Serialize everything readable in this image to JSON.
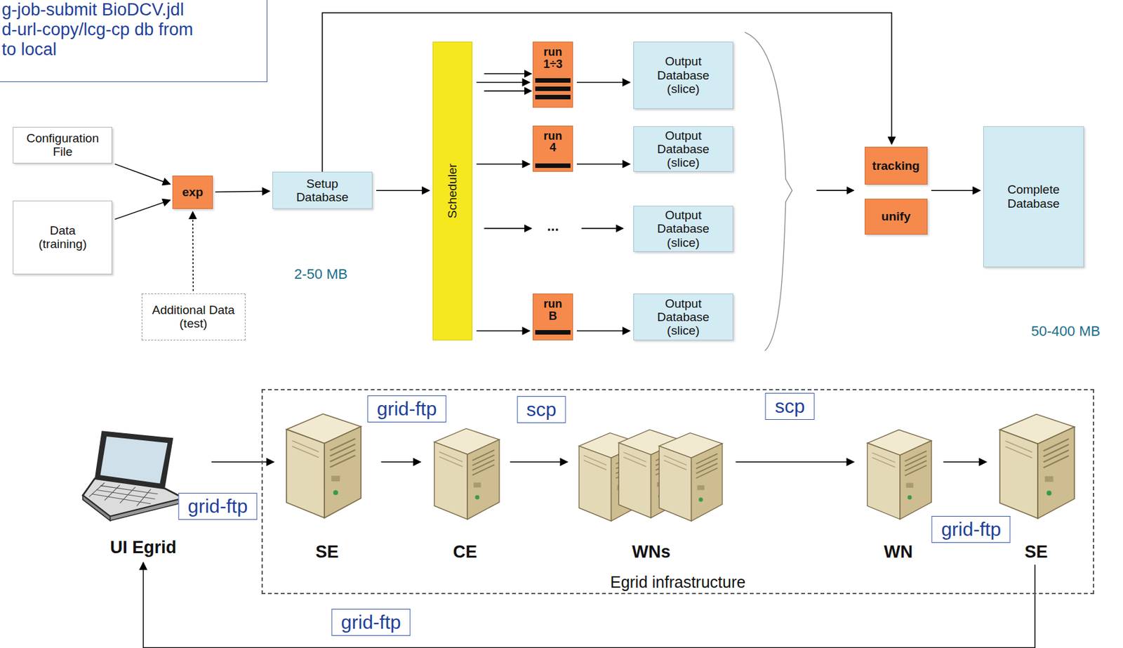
{
  "diagram": {
    "nodes": [
      {
        "text": [
          "g-job-submit BioDCV.jdl",
          "d-url-copy/lcg-cp db from to local"
        ]
      },
      {
        "text": [
          "Configuration File"
        ]
      },
      {
        "text": [
          "Data (training)"
        ]
      },
      {
        "text": [
          "exp"
        ]
      },
      {
        "text": [
          "Additional Data (test)"
        ]
      },
      {
        "text": [
          "Setup Database"
        ]
      },
      {
        "text": [
          "Scheduler"
        ]
      },
      {
        "text": [
          "run 1÷3"
        ]
      },
      {
        "text": [
          "run 4"
        ]
      },
      {
        "text": [
          "run B"
        ]
      },
      {
        "text": [
          "Output Database (slice)"
        ]
      },
      {
        "text": [
          "Output Database (slice)"
        ]
      },
      {
        "text": [
          "Output Database (slice)"
        ]
      },
      {
        "text": [
          "Output Database (slice)"
        ]
      },
      {
        "text": [
          "tracking"
        ]
      },
      {
        "text": [
          "unify"
        ]
      },
      {
        "text": [
          "Complete Database"
        ]
      },
      {
        "text": [
          "UI Egrid"
        ]
      },
      {
        "text": [
          "Egrid infrastructure"
        ]
      },
      {
        "text": [
          "SE"
        ],
        "in": 18
      },
      {
        "text": [
          "CE"
        ],
        "in": 18
      },
      {
        "text": [
          "WNs"
        ],
        "in": 18
      },
      {
        "text": [
          "WN"
        ],
        "in": 18
      },
      {
        "text": [
          "SE"
        ],
        "in": 18
      }
    ],
    "edges": [
      {
        "from": 1,
        "to": 3,
        "arrow": "to"
      },
      {
        "from": 2,
        "to": 3,
        "arrow": "to"
      },
      {
        "from": 4,
        "to": 3,
        "arrow": "to"
      },
      {
        "from": 3,
        "to": 5,
        "arrow": "to"
      },
      {
        "from": 5,
        "to": 6,
        "arrow": "to"
      },
      {
        "from": 5,
        "to": 14,
        "arrow": "to"
      },
      {
        "from": 6,
        "to": 7,
        "arrow": "to"
      },
      {
        "from": 6,
        "to": 8,
        "arrow": "to"
      },
      {
        "from": 6,
        "to": 9,
        "arrow": "to"
      },
      {
        "from": 7,
        "to": 10,
        "arrow": "to"
      },
      {
        "from": 8,
        "to": 11,
        "arrow": "to"
      },
      {
        "from": 9,
        "to": 13,
        "arrow": "to"
      },
      {
        "from": 14,
        "to": 16,
        "arrow": "to"
      },
      {
        "from": 17,
        "to": 19,
        "label": "grid-ftp",
        "arrow": "to"
      },
      {
        "from": 19,
        "to": 20,
        "label": "grid-ftp",
        "arrow": "to"
      },
      {
        "from": 20,
        "to": 21,
        "label": "scp",
        "arrow": "to"
      },
      {
        "from": 21,
        "to": 22,
        "label": "scp",
        "arrow": "to"
      },
      {
        "from": 22,
        "to": 23,
        "label": "grid-ftp",
        "arrow": "to"
      },
      {
        "from": 23,
        "to": 17,
        "label": "grid-ftp",
        "arrow": "to"
      }
    ],
    "labels": [
      "...",
      "2-50 MB",
      "50-400 MB"
    ]
  }
}
